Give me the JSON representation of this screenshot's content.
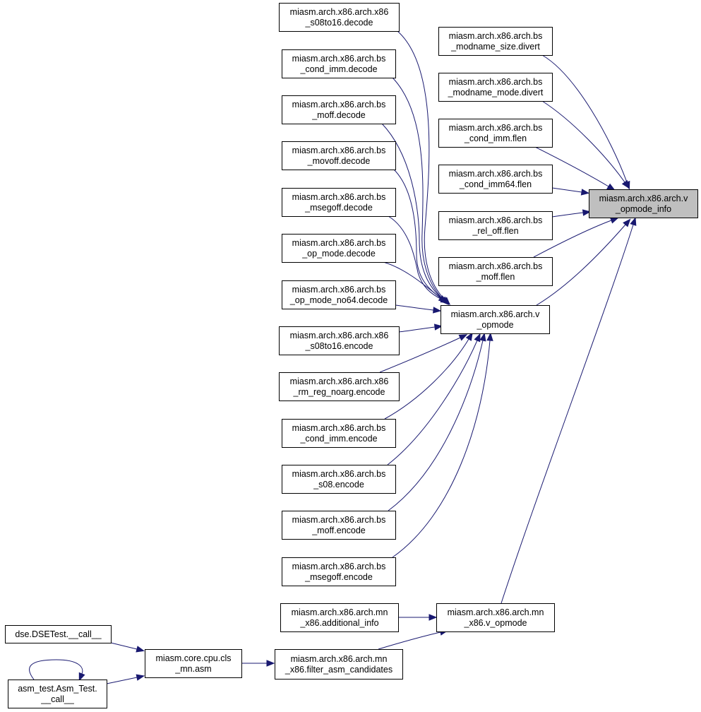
{
  "colors": {
    "edge": "#191970",
    "highlight_node_fill": "#bfbfbf",
    "node_fill": "#ffffff",
    "node_stroke": "#000000"
  },
  "nodes": {
    "v_opmode_info": [
      "miasm.arch.x86.arch.v",
      "_opmode_info"
    ],
    "bs_modname_size_divert": [
      "miasm.arch.x86.arch.bs",
      "_modname_size.divert"
    ],
    "bs_modname_mode_divert": [
      "miasm.arch.x86.arch.bs",
      "_modname_mode.divert"
    ],
    "bs_cond_imm_flen": [
      "miasm.arch.x86.arch.bs",
      "_cond_imm.flen"
    ],
    "bs_cond_imm64_flen": [
      "miasm.arch.x86.arch.bs",
      "_cond_imm64.flen"
    ],
    "bs_rel_off_flen": [
      "miasm.arch.x86.arch.bs",
      "_rel_off.flen"
    ],
    "bs_moff_flen": [
      "miasm.arch.x86.arch.bs",
      "_moff.flen"
    ],
    "v_opmode": [
      "miasm.arch.x86.arch.v",
      "_opmode"
    ],
    "x86_s08to16_decode": [
      "miasm.arch.x86.arch.x86",
      "_s08to16.decode"
    ],
    "bs_cond_imm_decode": [
      "miasm.arch.x86.arch.bs",
      "_cond_imm.decode"
    ],
    "bs_moff_decode": [
      "miasm.arch.x86.arch.bs",
      "_moff.decode"
    ],
    "bs_movoff_decode": [
      "miasm.arch.x86.arch.bs",
      "_movoff.decode"
    ],
    "bs_msegoff_decode": [
      "miasm.arch.x86.arch.bs",
      "_msegoff.decode"
    ],
    "bs_op_mode_decode": [
      "miasm.arch.x86.arch.bs",
      "_op_mode.decode"
    ],
    "bs_op_mode_no64_decode": [
      "miasm.arch.x86.arch.bs",
      "_op_mode_no64.decode"
    ],
    "x86_s08to16_encode": [
      "miasm.arch.x86.arch.x86",
      "_s08to16.encode"
    ],
    "x86_rm_reg_noarg_encode": [
      "miasm.arch.x86.arch.x86",
      "_rm_reg_noarg.encode"
    ],
    "bs_cond_imm_encode": [
      "miasm.arch.x86.arch.bs",
      "_cond_imm.encode"
    ],
    "bs_s08_encode": [
      "miasm.arch.x86.arch.bs",
      "_s08.encode"
    ],
    "bs_moff_encode": [
      "miasm.arch.x86.arch.bs",
      "_moff.encode"
    ],
    "bs_msegoff_encode": [
      "miasm.arch.x86.arch.bs",
      "_msegoff.encode"
    ],
    "mn_x86_v_opmode": [
      "miasm.arch.x86.arch.mn",
      "_x86.v_opmode"
    ],
    "mn_x86_additional_info": [
      "miasm.arch.x86.arch.mn",
      "_x86.additional_info"
    ],
    "mn_x86_filter_asm_candidates": [
      "miasm.arch.x86.arch.mn",
      "_x86.filter_asm_candidates"
    ],
    "cls_mn_asm": [
      "miasm.core.cpu.cls",
      "_mn.asm"
    ],
    "dse_test_call": [
      "dse.DSETest.__call__"
    ],
    "asm_test_call": [
      "asm_test.Asm_Test.",
      "__call__"
    ]
  },
  "edges": [
    [
      "bs_modname_size_divert",
      "v_opmode_info"
    ],
    [
      "bs_modname_mode_divert",
      "v_opmode_info"
    ],
    [
      "bs_cond_imm_flen",
      "v_opmode_info"
    ],
    [
      "bs_cond_imm64_flen",
      "v_opmode_info"
    ],
    [
      "bs_rel_off_flen",
      "v_opmode_info"
    ],
    [
      "bs_moff_flen",
      "v_opmode_info"
    ],
    [
      "v_opmode",
      "v_opmode_info"
    ],
    [
      "mn_x86_v_opmode",
      "v_opmode_info"
    ],
    [
      "x86_s08to16_decode",
      "v_opmode"
    ],
    [
      "bs_cond_imm_decode",
      "v_opmode"
    ],
    [
      "bs_moff_decode",
      "v_opmode"
    ],
    [
      "bs_movoff_decode",
      "v_opmode"
    ],
    [
      "bs_msegoff_decode",
      "v_opmode"
    ],
    [
      "bs_op_mode_decode",
      "v_opmode"
    ],
    [
      "bs_op_mode_no64_decode",
      "v_opmode"
    ],
    [
      "x86_s08to16_encode",
      "v_opmode"
    ],
    [
      "x86_rm_reg_noarg_encode",
      "v_opmode"
    ],
    [
      "bs_cond_imm_encode",
      "v_opmode"
    ],
    [
      "bs_s08_encode",
      "v_opmode"
    ],
    [
      "bs_moff_encode",
      "v_opmode"
    ],
    [
      "bs_msegoff_encode",
      "v_opmode"
    ],
    [
      "mn_x86_additional_info",
      "mn_x86_v_opmode"
    ],
    [
      "mn_x86_filter_asm_candidates",
      "mn_x86_v_opmode"
    ],
    [
      "cls_mn_asm",
      "mn_x86_filter_asm_candidates"
    ],
    [
      "dse_test_call",
      "cls_mn_asm"
    ],
    [
      "asm_test_call",
      "cls_mn_asm"
    ],
    [
      "asm_test_call",
      "asm_test_call"
    ]
  ]
}
